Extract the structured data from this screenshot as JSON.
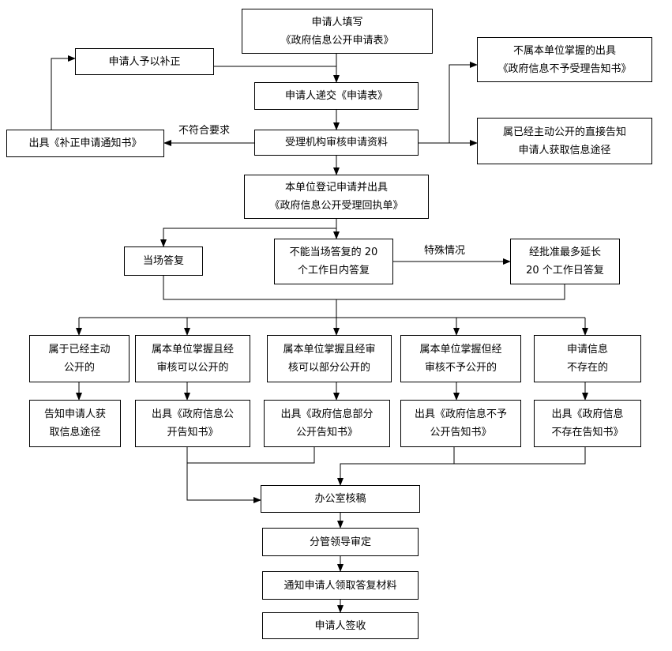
{
  "nodes": {
    "fill_form": [
      "申请人填写",
      "《政府信息公开申请表》"
    ],
    "supplement": [
      "申请人予以补正"
    ],
    "submit": [
      "申请人递交《申请表》"
    ],
    "issue_correction": [
      "出具《补正申请通知书》"
    ],
    "review": [
      "受理机构审核申请资料"
    ],
    "not_held": [
      "不属本单位掌握的出具",
      "《政府信息不予受理告知书》"
    ],
    "already_public": [
      "属已经主动公开的直接告知",
      "申请人获取信息途径"
    ],
    "register": [
      "本单位登记申请并出具",
      "《政府信息公开受理回执单》"
    ],
    "onsite": [
      "当场答复"
    ],
    "within_20": [
      "不能当场答复的 20",
      "个工作日内答复"
    ],
    "extend": [
      "经批准最多延长",
      "20 个工作日答复"
    ],
    "cat_public": [
      "属于已经主动",
      "公开的"
    ],
    "cat_full": [
      "属本单位掌握且经",
      "审核可以公开的"
    ],
    "cat_partial": [
      "属本单位掌握且经审",
      "核可以部分公开的"
    ],
    "cat_denied": [
      "属本单位掌握但经",
      "审核不予公开的"
    ],
    "cat_none": [
      "申请信息",
      "不存在的"
    ],
    "res_public": [
      "告知申请人获",
      "取信息途径"
    ],
    "res_full": [
      "出具《政府信息公",
      "开告知书》"
    ],
    "res_partial": [
      "出具《政府信息部分",
      "公开告知书》"
    ],
    "res_denied": [
      "出具《政府信息不予",
      "公开告知书》"
    ],
    "res_none": [
      "出具《政府信息",
      "不存在告知书》"
    ],
    "office": [
      "办公室核稿"
    ],
    "leader": [
      "分管领导审定"
    ],
    "notify": [
      "通知申请人领取答复材料"
    ],
    "sign": [
      "申请人签收"
    ]
  },
  "labels": {
    "not_meet": "不符合要求",
    "special": "特殊情况"
  }
}
